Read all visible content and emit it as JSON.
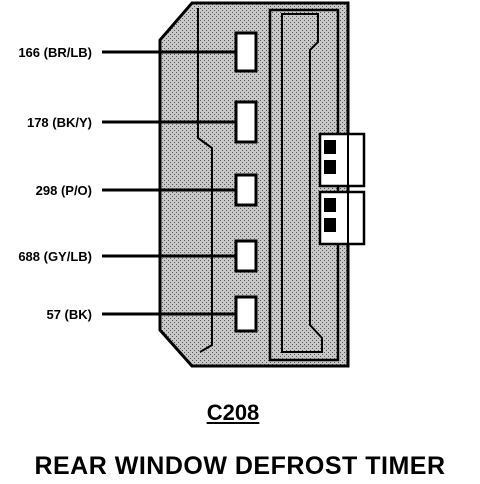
{
  "connector": {
    "id": "C208",
    "name": "REAR WINDOW DEFROST TIMER"
  },
  "pins": [
    {
      "circuit": "166 (BR/LB)"
    },
    {
      "circuit": "178 (BK/Y)"
    },
    {
      "circuit": "298 (P/O)"
    },
    {
      "circuit": "688 (GY/LB)"
    },
    {
      "circuit": "57 (BK)"
    }
  ],
  "colors": {
    "line": "#000000",
    "body_fill": "#b8b8b8",
    "background": "#ffffff"
  }
}
